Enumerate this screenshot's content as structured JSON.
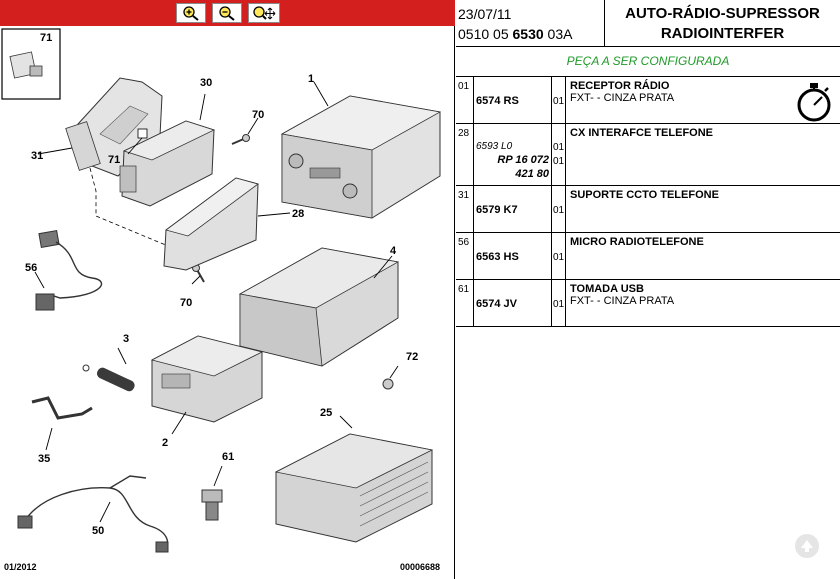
{
  "header": {
    "date": "23/07/11",
    "code_prefix": "0510 05 ",
    "code_bold": "6530",
    "code_suffix": " 03A",
    "title_line1": "AUTO-RÁDIO-SUPRESSOR",
    "title_line2": "RADIOINTERFER"
  },
  "banner": "PEÇA A SER CONFIGURADA",
  "toolbar": {
    "zoom_in_icon": "zoom-in-icon",
    "zoom_out_icon": "zoom-out-icon",
    "zoom_move_icon": "zoom-move-icon"
  },
  "diagram": {
    "inset_label": "71",
    "callouts": [
      "1",
      "2",
      "3",
      "4",
      "25",
      "28",
      "30",
      "31",
      "35",
      "50",
      "56",
      "61",
      "70",
      "70",
      "71",
      "72"
    ],
    "footer_left": "01/2012",
    "footer_right": "00006688"
  },
  "parts": [
    {
      "idx": "01",
      "ref": "6574 RS",
      "qty": "01",
      "title": "RECEPTOR RÁDIO",
      "sub": "FXT- - CINZA PRATA"
    },
    {
      "idx": "28",
      "ref_alt1": "6593 L0",
      "ref_alt2": "RP 16 072",
      "ref_alt3": "421 80",
      "qty1": "01",
      "qty2": "01",
      "title": "CX INTERAFCE TELEFONE",
      "sub": ""
    },
    {
      "idx": "31",
      "ref": "6579 K7",
      "qty": "01",
      "title": "SUPORTE CCTO TELEFONE",
      "sub": ""
    },
    {
      "idx": "56",
      "ref": "6563 HS",
      "qty": "01",
      "title": "MICRO RADIOTELEFONE",
      "sub": ""
    },
    {
      "idx": "61",
      "ref": "6574 JV",
      "qty": "01",
      "title": "TOMADA USB",
      "sub": "FXT- - CINZA PRATA"
    }
  ],
  "colors": {
    "toolbar_red": "#d41f1f",
    "banner_green": "#1f9a2a"
  }
}
